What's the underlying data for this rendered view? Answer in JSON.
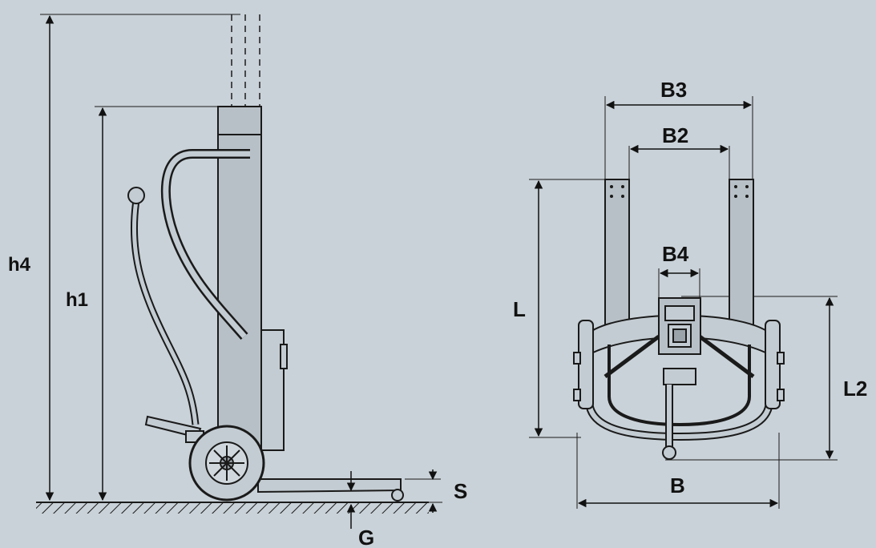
{
  "labels": {
    "h4": "h4",
    "h1": "h1",
    "S": "S",
    "G": "G",
    "B3": "B3",
    "B2": "B2",
    "B4": "B4",
    "L": "L",
    "L2": "L2",
    "B": "B"
  },
  "colors": {
    "background": "#c9d2d8",
    "line": "#1a1a1a",
    "mast_fill": "#b7c0c6",
    "part_fill": "#c3ccd2"
  }
}
